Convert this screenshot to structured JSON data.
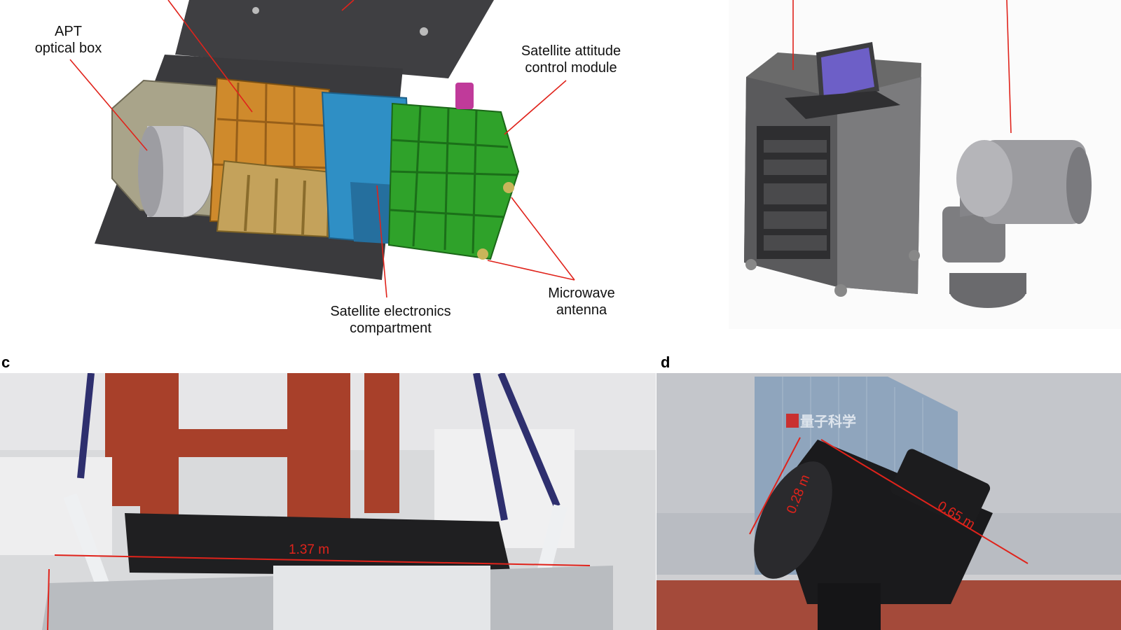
{
  "panel_a": {
    "labels": {
      "apt_line1": "APT",
      "apt_line2": "optical box",
      "attitude_line1": "Satellite attitude",
      "attitude_line2": "control module",
      "electronics_line1": "Satellite electronics",
      "electronics_line2": "compartment",
      "microwave_line1": "Microwave",
      "microwave_line2": "antenna"
    }
  },
  "panel_c": {
    "letter": "c",
    "measurement": "1.37 m"
  },
  "panel_d": {
    "letter": "d",
    "diameter": "0.28 m",
    "length": "0.65 m",
    "building_sign": "量子科学"
  }
}
